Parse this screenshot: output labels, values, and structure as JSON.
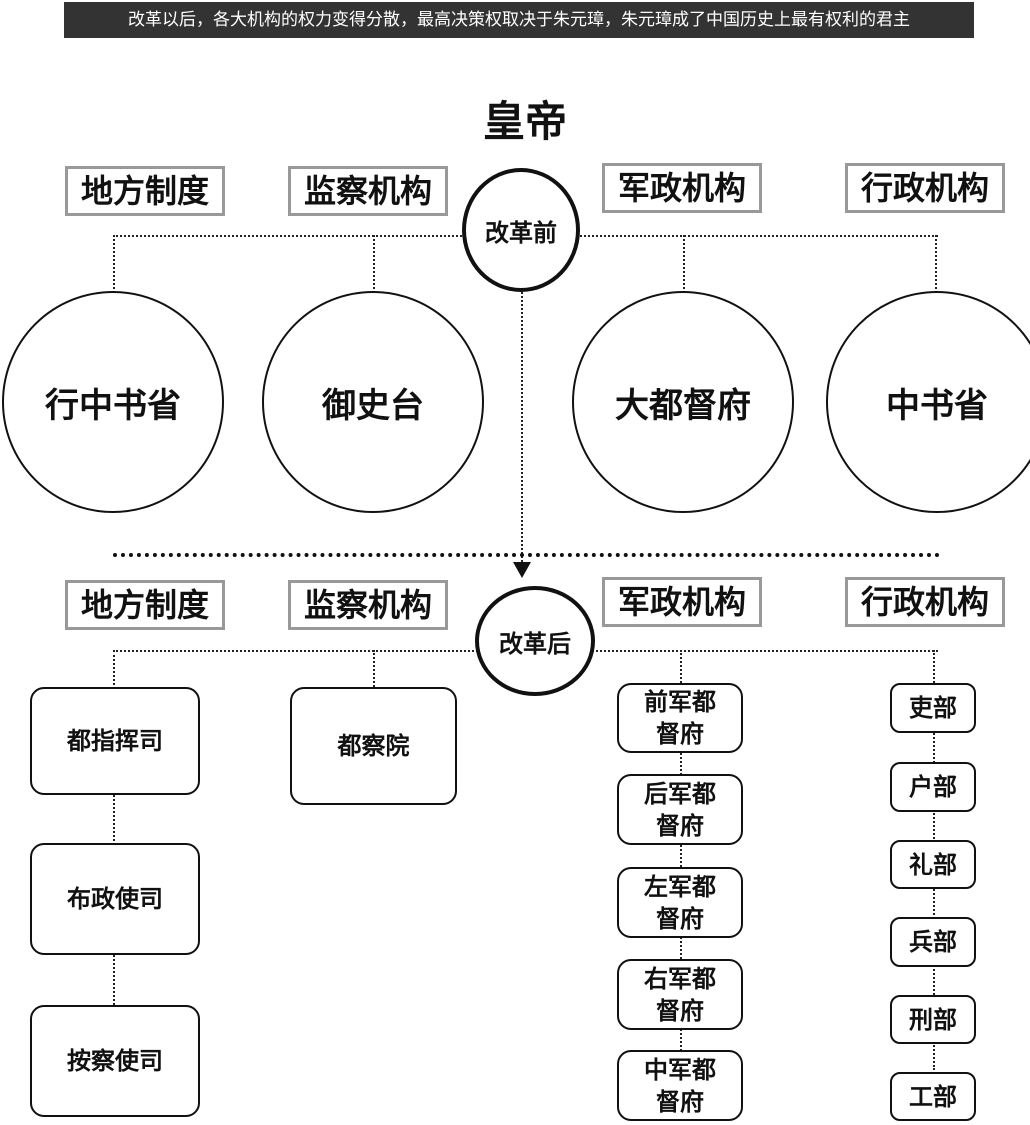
{
  "banner": "改革以后，各大机构的权力变得分散，最高决策权取决于朱元璋，朱元璋成了中国历史上最有权利的君主",
  "title": "皇帝",
  "categories": [
    "地方制度",
    "监察机构",
    "军政机构",
    "行政机构"
  ],
  "before": {
    "label": "改革前",
    "institutions": [
      "行中书省",
      "御史台",
      "大都督府",
      "中书省"
    ]
  },
  "after": {
    "label": "改革后",
    "local": [
      "都指挥司",
      "布政使司",
      "按察使司"
    ],
    "supervision": [
      "都察院"
    ],
    "military": [
      "前军都督府",
      "后军都督府",
      "左军都督府",
      "右军都督府",
      "中军都督府"
    ],
    "administrative": [
      "吏部",
      "户部",
      "礼部",
      "兵部",
      "刑部",
      "工部"
    ]
  }
}
